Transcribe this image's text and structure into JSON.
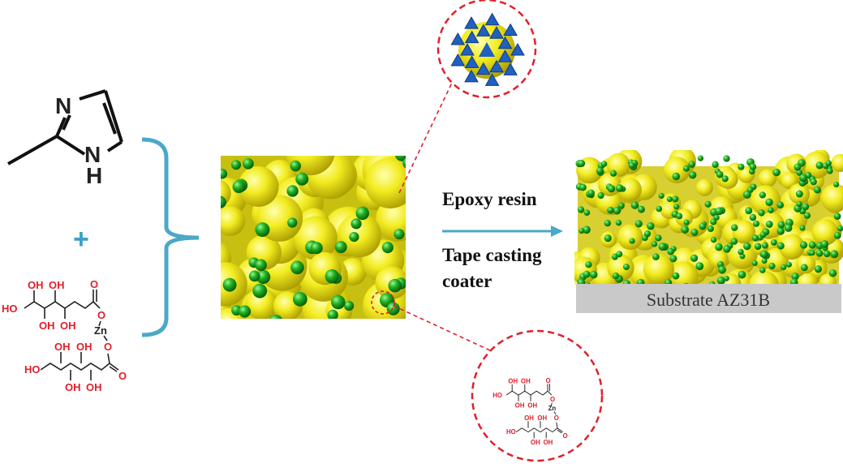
{
  "imidazole": {
    "n_label": "N",
    "nh_label": "N",
    "h_label": "H"
  },
  "plus_sign": "+",
  "zinc_gluconate": {
    "oh": "OH",
    "ho": "HO",
    "o": "O",
    "zn": "Zn"
  },
  "process": {
    "step1": "Epoxy resin",
    "step2_line1": "Tape casting",
    "step2_line2": "coater"
  },
  "substrate_label": "Substrate AZ31B",
  "colors": {
    "accent": "#4aa8c8",
    "zoom_circle": "#e0202a",
    "particle_yellow": "#e8e020",
    "particle_green": "#22b022",
    "substrate": "#c9c9c9",
    "tetrahedra": "#2060c0"
  }
}
